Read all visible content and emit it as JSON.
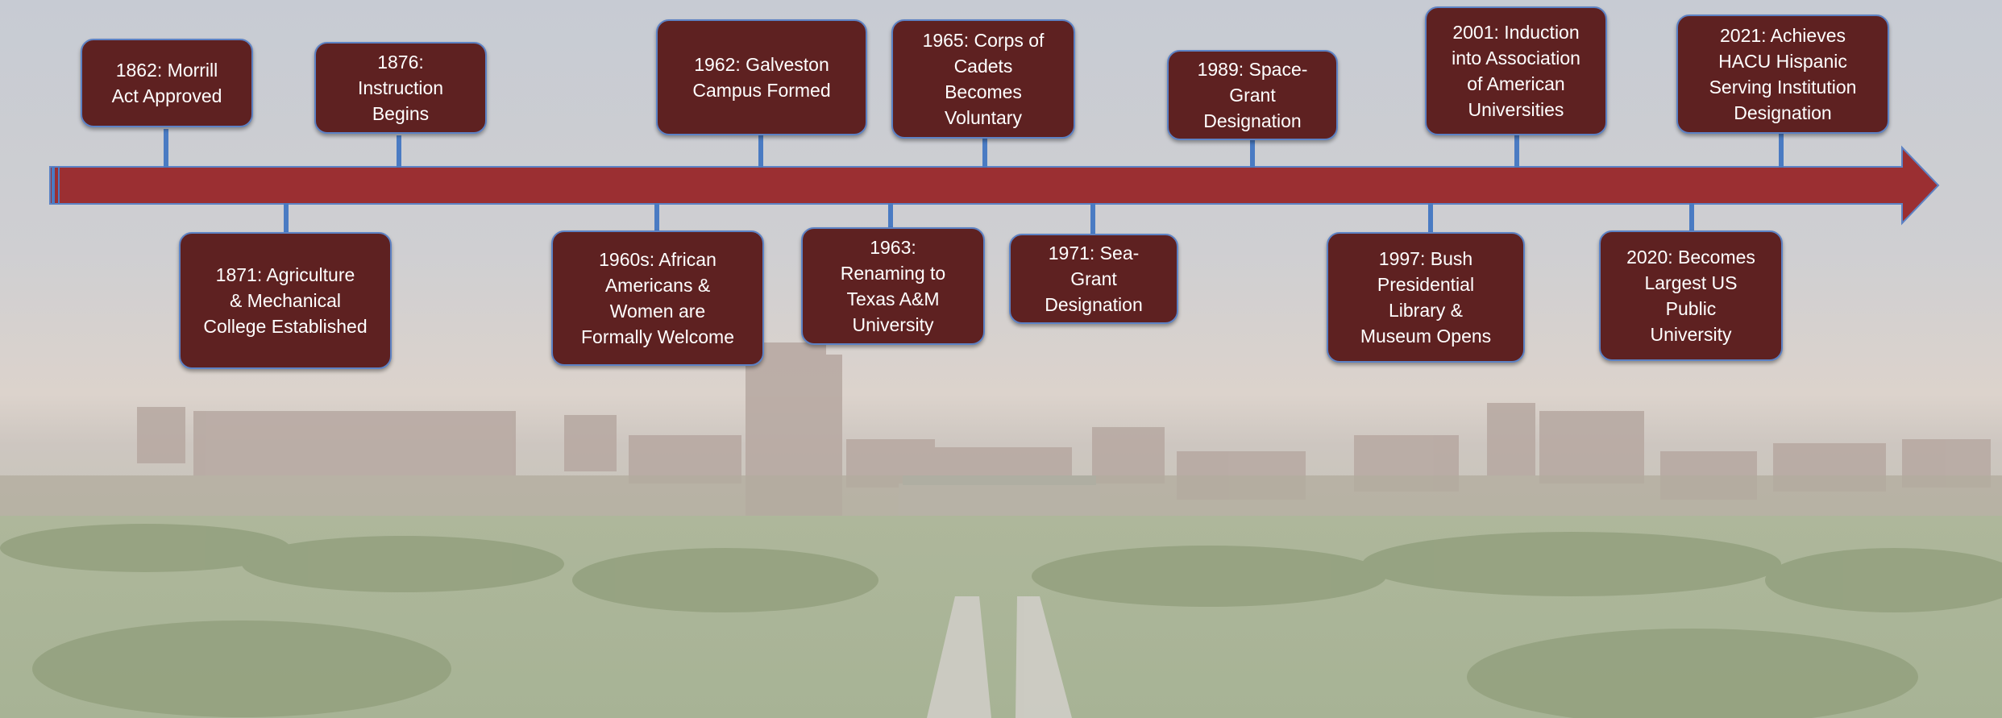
{
  "timeline": {
    "colors": {
      "event_box": "#5e2121",
      "arrow": "#9b2f32",
      "stem": "#4a7bc3",
      "box_border": "#5d82c4",
      "text": "#ffffff"
    },
    "events": [
      {
        "id": "e1862",
        "label": "1862: Morrill\nAct Approved",
        "position": "above"
      },
      {
        "id": "e1871",
        "label": "1871: Agriculture\n& Mechanical\nCollege Established",
        "position": "below"
      },
      {
        "id": "e1876",
        "label": "1876:\nInstruction\nBegins",
        "position": "above"
      },
      {
        "id": "e1960s",
        "label": "1960s: African\nAmericans &\nWomen are\nFormally Welcome",
        "position": "below"
      },
      {
        "id": "e1962",
        "label": "1962: Galveston\nCampus Formed",
        "position": "above"
      },
      {
        "id": "e1963",
        "label": "1963:\nRenaming to\nTexas A&M\nUniversity",
        "position": "below"
      },
      {
        "id": "e1965",
        "label": "1965: Corps of\nCadets\nBecomes\nVoluntary",
        "position": "above"
      },
      {
        "id": "e1971",
        "label": "1971: Sea-\nGrant\nDesignation",
        "position": "below"
      },
      {
        "id": "e1989",
        "label": "1989: Space-\nGrant\nDesignation",
        "position": "above"
      },
      {
        "id": "e1997",
        "label": "1997: Bush\nPresidential\nLibrary &\nMuseum Opens",
        "position": "below"
      },
      {
        "id": "e2001",
        "label": "2001: Induction\ninto Association\nof American\nUniversities",
        "position": "above"
      },
      {
        "id": "e2020",
        "label": "2020: Becomes\nLargest US\nPublic\nUniversity",
        "position": "below"
      },
      {
        "id": "e2021",
        "label": "2021: Achieves\nHACU Hispanic\nServing Institution\nDesignation",
        "position": "above"
      }
    ]
  }
}
